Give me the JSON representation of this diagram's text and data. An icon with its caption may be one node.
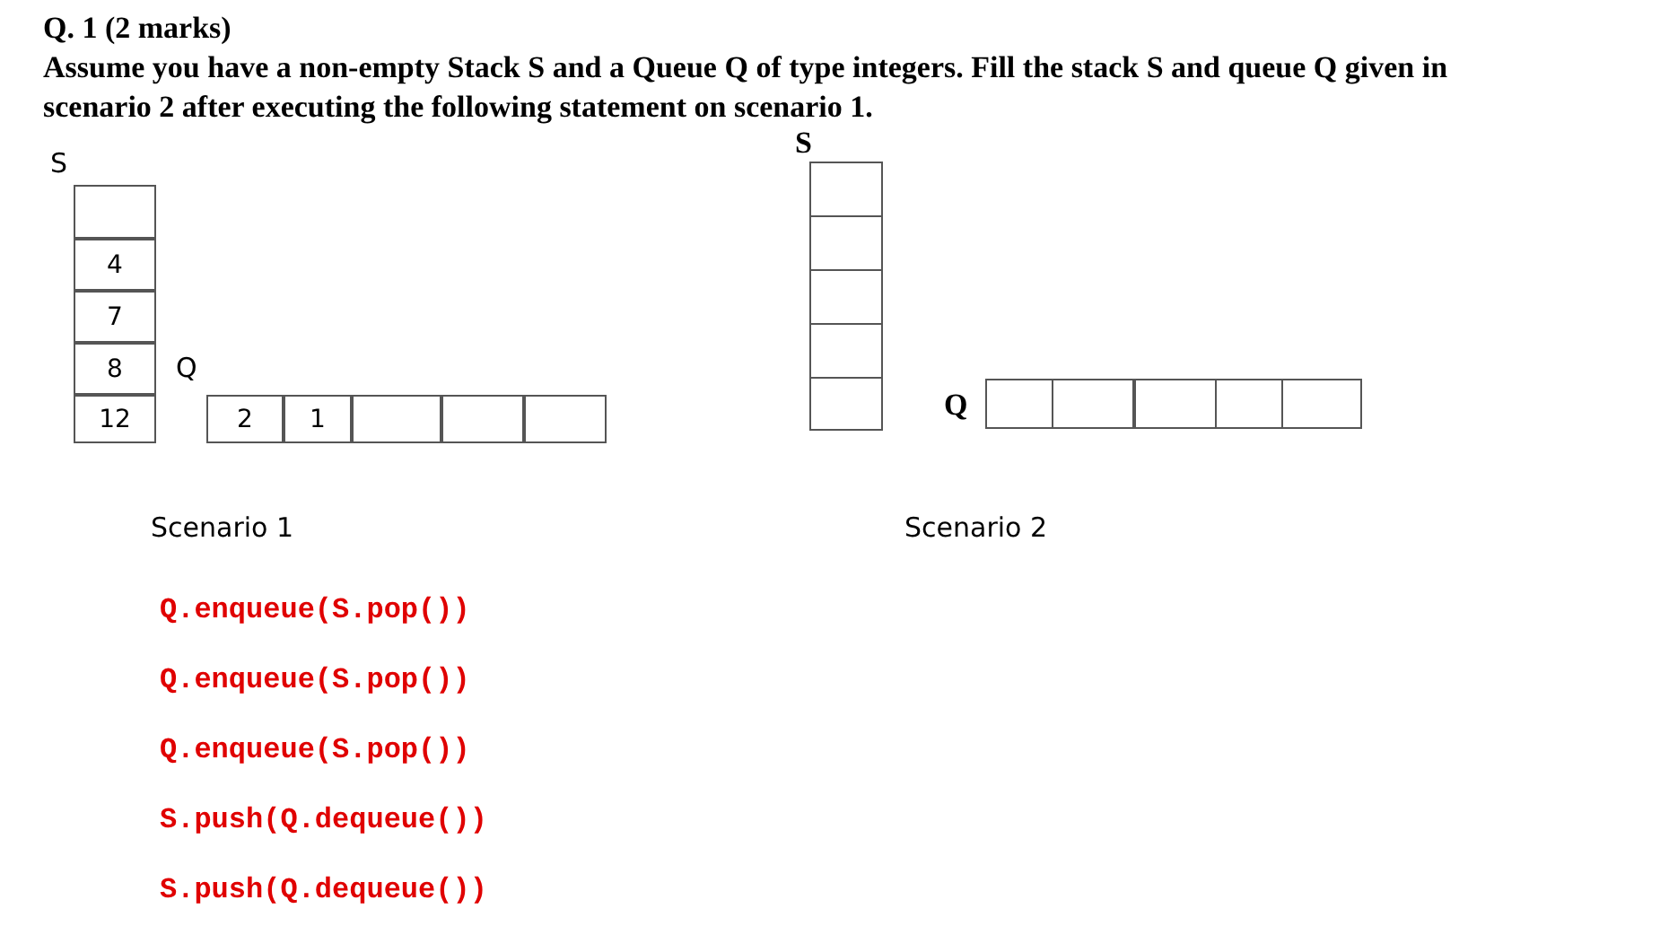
{
  "diagram": {
    "title": "Q. 1 (2 marks)",
    "nodes": [
      {
        "text": [],
        "shape": "box"
      },
      {
        "text": [
          "4"
        ]
      },
      {
        "text": [
          "7"
        ]
      },
      {
        "text": [
          "8"
        ]
      },
      {
        "text": [
          "12"
        ]
      },
      {
        "text": [
          "2"
        ]
      },
      {
        "text": [
          "1"
        ]
      },
      {
        "text": [],
        "shape": "box"
      },
      {
        "text": [],
        "shape": "box"
      },
      {
        "text": [],
        "shape": "box"
      },
      {
        "text": [],
        "shape": "box"
      },
      {
        "text": [],
        "shape": "box"
      },
      {
        "text": [],
        "shape": "box"
      },
      {
        "text": [],
        "shape": "box"
      },
      {
        "text": [],
        "shape": "box"
      },
      {
        "text": [],
        "shape": "box"
      },
      {
        "text": [],
        "shape": "box"
      },
      {
        "text": [],
        "shape": "box"
      },
      {
        "text": [],
        "shape": "box"
      },
      {
        "text": [],
        "shape": "box"
      }
    ],
    "edges": [],
    "labels": [
      "Assume you have a non-empty Stack S and a Queue Q of type integers. Fill the stack S and queue Q given in scenario 2 after executing the following statement on scenario 1.",
      "S",
      "S",
      "Q",
      "Q",
      "Scenario 1",
      "Scenario 2",
      "Q.enqueue(S.pop())",
      "Q.enqueue(S.pop())",
      "Q.enqueue(S.pop())",
      "S.push(Q.dequeue())",
      "S.push(Q.dequeue())"
    ]
  }
}
